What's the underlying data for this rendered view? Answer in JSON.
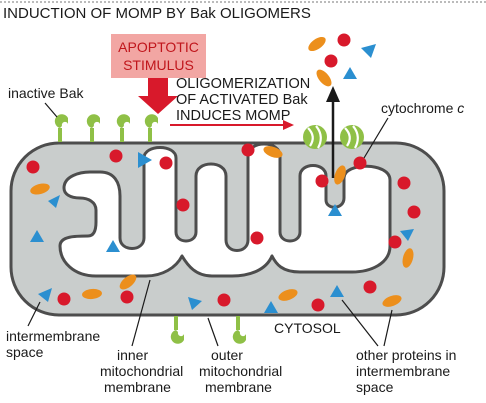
{
  "title": "INDUCTION OF MOMP BY Bak OLIGOMERS",
  "stimulus": {
    "line1": "APOPTOTIC",
    "line2": "STIMULUS"
  },
  "oligomerization": {
    "line1": "OLIGOMERIZATION",
    "line2": "OF ACTIVATED Bak",
    "line3": "INDUCES MOMP"
  },
  "labels": {
    "inactive_bak": "inactive Bak",
    "cytochrome": "cytochrome",
    "cytochrome_italic": "c",
    "cytosol": "CYTOSOL",
    "intermembrane_1": "intermembrane",
    "intermembrane_2": "space",
    "inner_1": "inner",
    "inner_2": "mitochondrial",
    "inner_3": "membrane",
    "outer_1": "outer",
    "outer_2": "mitochondrial",
    "outer_3": "membrane",
    "other_1": "other proteins in",
    "other_2": "intermembrane",
    "other_3": "space"
  },
  "colors": {
    "intermembrane_fill": "#c9cdcc",
    "membrane_stroke": "#4d4d4d",
    "bak_green": "#8fc046",
    "cytochrome_red": "#d8192b",
    "protein_orange": "#ec8f1c",
    "protein_blue": "#2b8fd0",
    "stimulus_box": "#f2a6a3",
    "arrow_red": "#d8192b"
  }
}
